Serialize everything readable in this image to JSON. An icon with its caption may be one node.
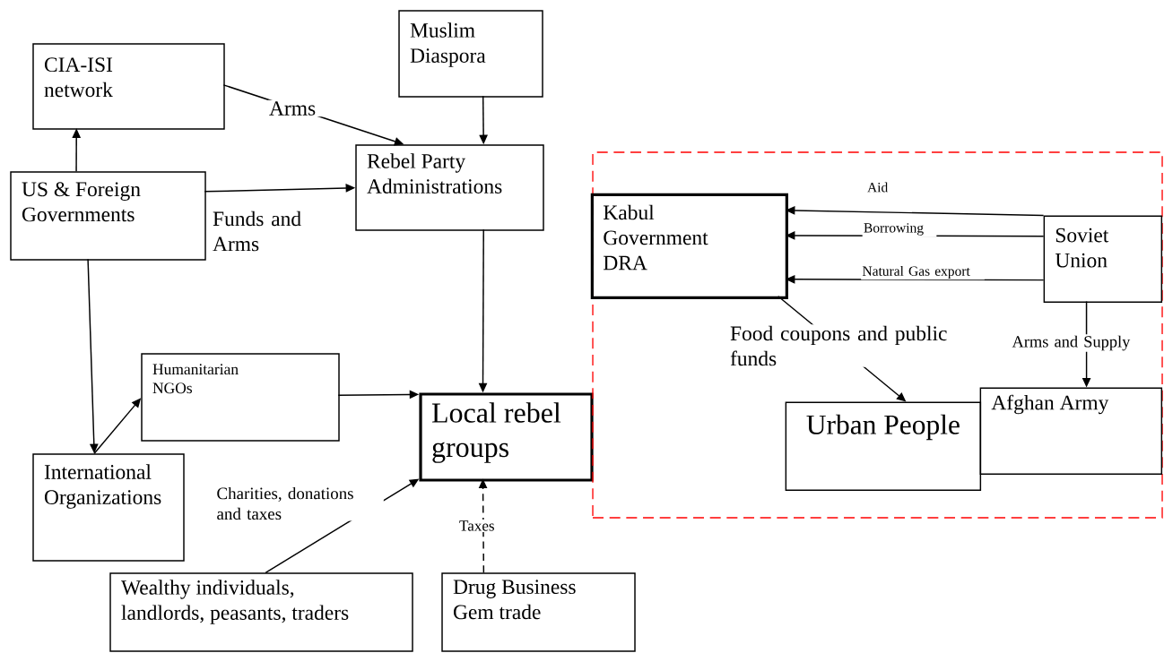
{
  "diagram": {
    "nodes": [
      {
        "text": [
          "Muslim Diaspora"
        ]
      },
      {
        "text": [
          "CIA-ISI network"
        ]
      },
      {
        "text": [
          "US & Foreign Governments"
        ]
      },
      {
        "text": [
          "Rebel Party Administrations"
        ]
      },
      {
        "text": [
          "Humanitarian NGOs"
        ]
      },
      {
        "text": [
          "Local rebel groups"
        ]
      },
      {
        "text": [
          "International Organizations"
        ]
      },
      {
        "text": [
          "Wealthy individuals, landlords, peasants, traders"
        ]
      },
      {
        "text": [
          "Drug Business Gem trade"
        ]
      },
      {
        "text": [],
        "shape": "box"
      },
      {
        "text": [
          "Kabul Government DRA"
        ],
        "in": 9
      },
      {
        "text": [
          "Soviet Union"
        ],
        "in": 9
      },
      {
        "text": [
          "Urban People"
        ],
        "in": 9
      },
      {
        "text": [
          "Afghan Army"
        ],
        "in": 9
      }
    ],
    "edges": [
      {
        "from": 2,
        "to": 1,
        "arrow": "to"
      },
      {
        "from": 1,
        "to": 3,
        "arrow": "to",
        "label": "Arms"
      },
      {
        "from": 2,
        "to": 3,
        "arrow": "to",
        "label": "Funds and Arms"
      },
      {
        "from": 0,
        "to": 3,
        "arrow": "to"
      },
      {
        "from": 3,
        "to": 5,
        "arrow": "to"
      },
      {
        "from": 2,
        "to": 6,
        "arrow": "to"
      },
      {
        "from": 6,
        "to": 4,
        "arrow": "to"
      },
      {
        "from": 4,
        "to": 5,
        "arrow": "to"
      },
      {
        "from": 7,
        "to": 5,
        "arrow": "to",
        "label": "Charities, donations and taxes"
      },
      {
        "from": 8,
        "to": 5,
        "arrow": "to",
        "label": "Taxes",
        "style": "dashed"
      },
      {
        "from": 11,
        "to": 10,
        "arrow": "to",
        "label": "Aid"
      },
      {
        "from": 11,
        "to": 10,
        "arrow": "to",
        "label": "Borrowing"
      },
      {
        "from": 11,
        "to": 10,
        "arrow": "to",
        "label": "Natural Gas export"
      },
      {
        "from": 10,
        "to": 12,
        "arrow": "to",
        "label": "Food coupons and public funds"
      },
      {
        "from": 11,
        "to": 13,
        "arrow": "to",
        "label": "Arms and Supply"
      }
    ]
  }
}
